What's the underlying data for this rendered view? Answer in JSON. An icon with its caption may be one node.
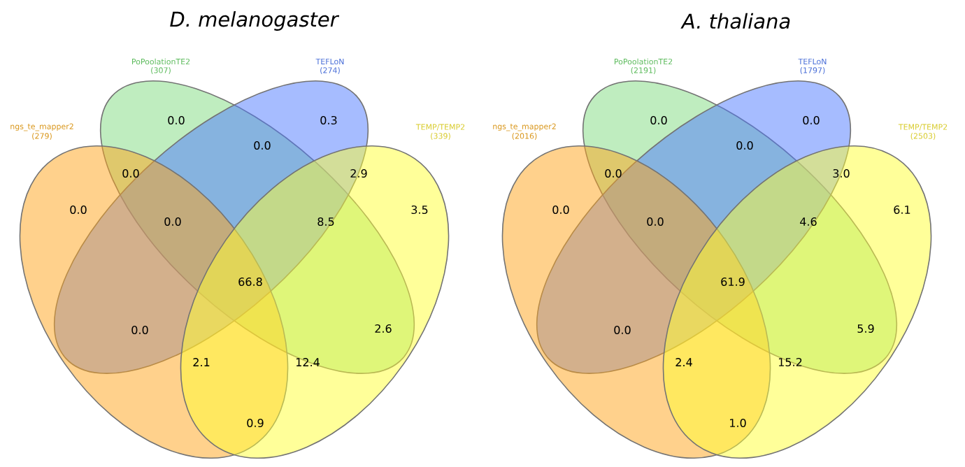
{
  "diagram": {
    "nodes": [
      {
        "text": [
          "PoPoolationTE2",
          "(307)"
        ]
      },
      {
        "text": [
          "TEFLoN",
          "(274)"
        ]
      },
      {
        "text": [
          "ngs_te_mapper2",
          "(279)"
        ]
      },
      {
        "text": [
          "TEMP/TEMP2",
          "(339)"
        ]
      },
      {
        "text": [
          "PoPoolationTE2",
          "(2191)"
        ]
      },
      {
        "text": [
          "TEFLoN",
          "(1797)"
        ]
      },
      {
        "text": [
          "ngs_te_mapper2",
          "(2016)"
        ]
      },
      {
        "text": [
          "TEMP/TEMP2",
          "(2503)"
        ]
      }
    ],
    "edges": [],
    "labels": [
      "D. melanogaster",
      "0.0",
      "0.3",
      "0.0",
      "0.0",
      "2.9",
      "0.0",
      "3.5",
      "0.0",
      "8.5",
      "66.8",
      "0.0",
      "2.6",
      "2.1",
      "12.4",
      "0.9",
      "A. thaliana",
      "0.0",
      "0.0",
      "0.0",
      "0.0",
      "3.0",
      "0.0",
      "6.1",
      "0.0",
      "4.6",
      "61.9",
      "0.0",
      "5.9",
      "2.4",
      "15.2",
      "1.0"
    ]
  }
}
